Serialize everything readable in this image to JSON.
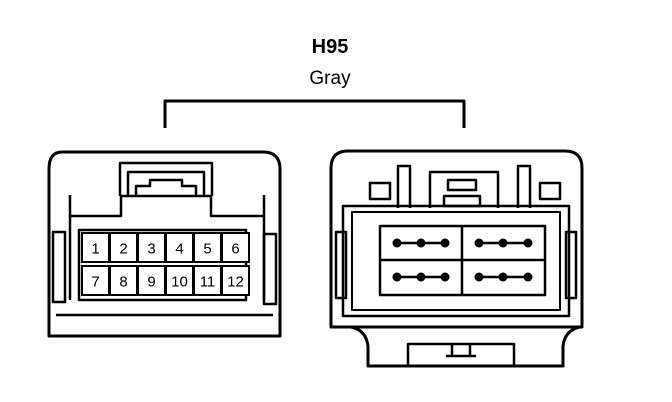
{
  "connector": {
    "id": "H95",
    "color": "Gray"
  },
  "pins": {
    "top_row": [
      "1",
      "2",
      "3",
      "4",
      "5",
      "6"
    ],
    "bottom_row": [
      "7",
      "8",
      "9",
      "10",
      "11",
      "12"
    ]
  },
  "colors": {
    "stroke": "#000000",
    "background": "#ffffff"
  }
}
